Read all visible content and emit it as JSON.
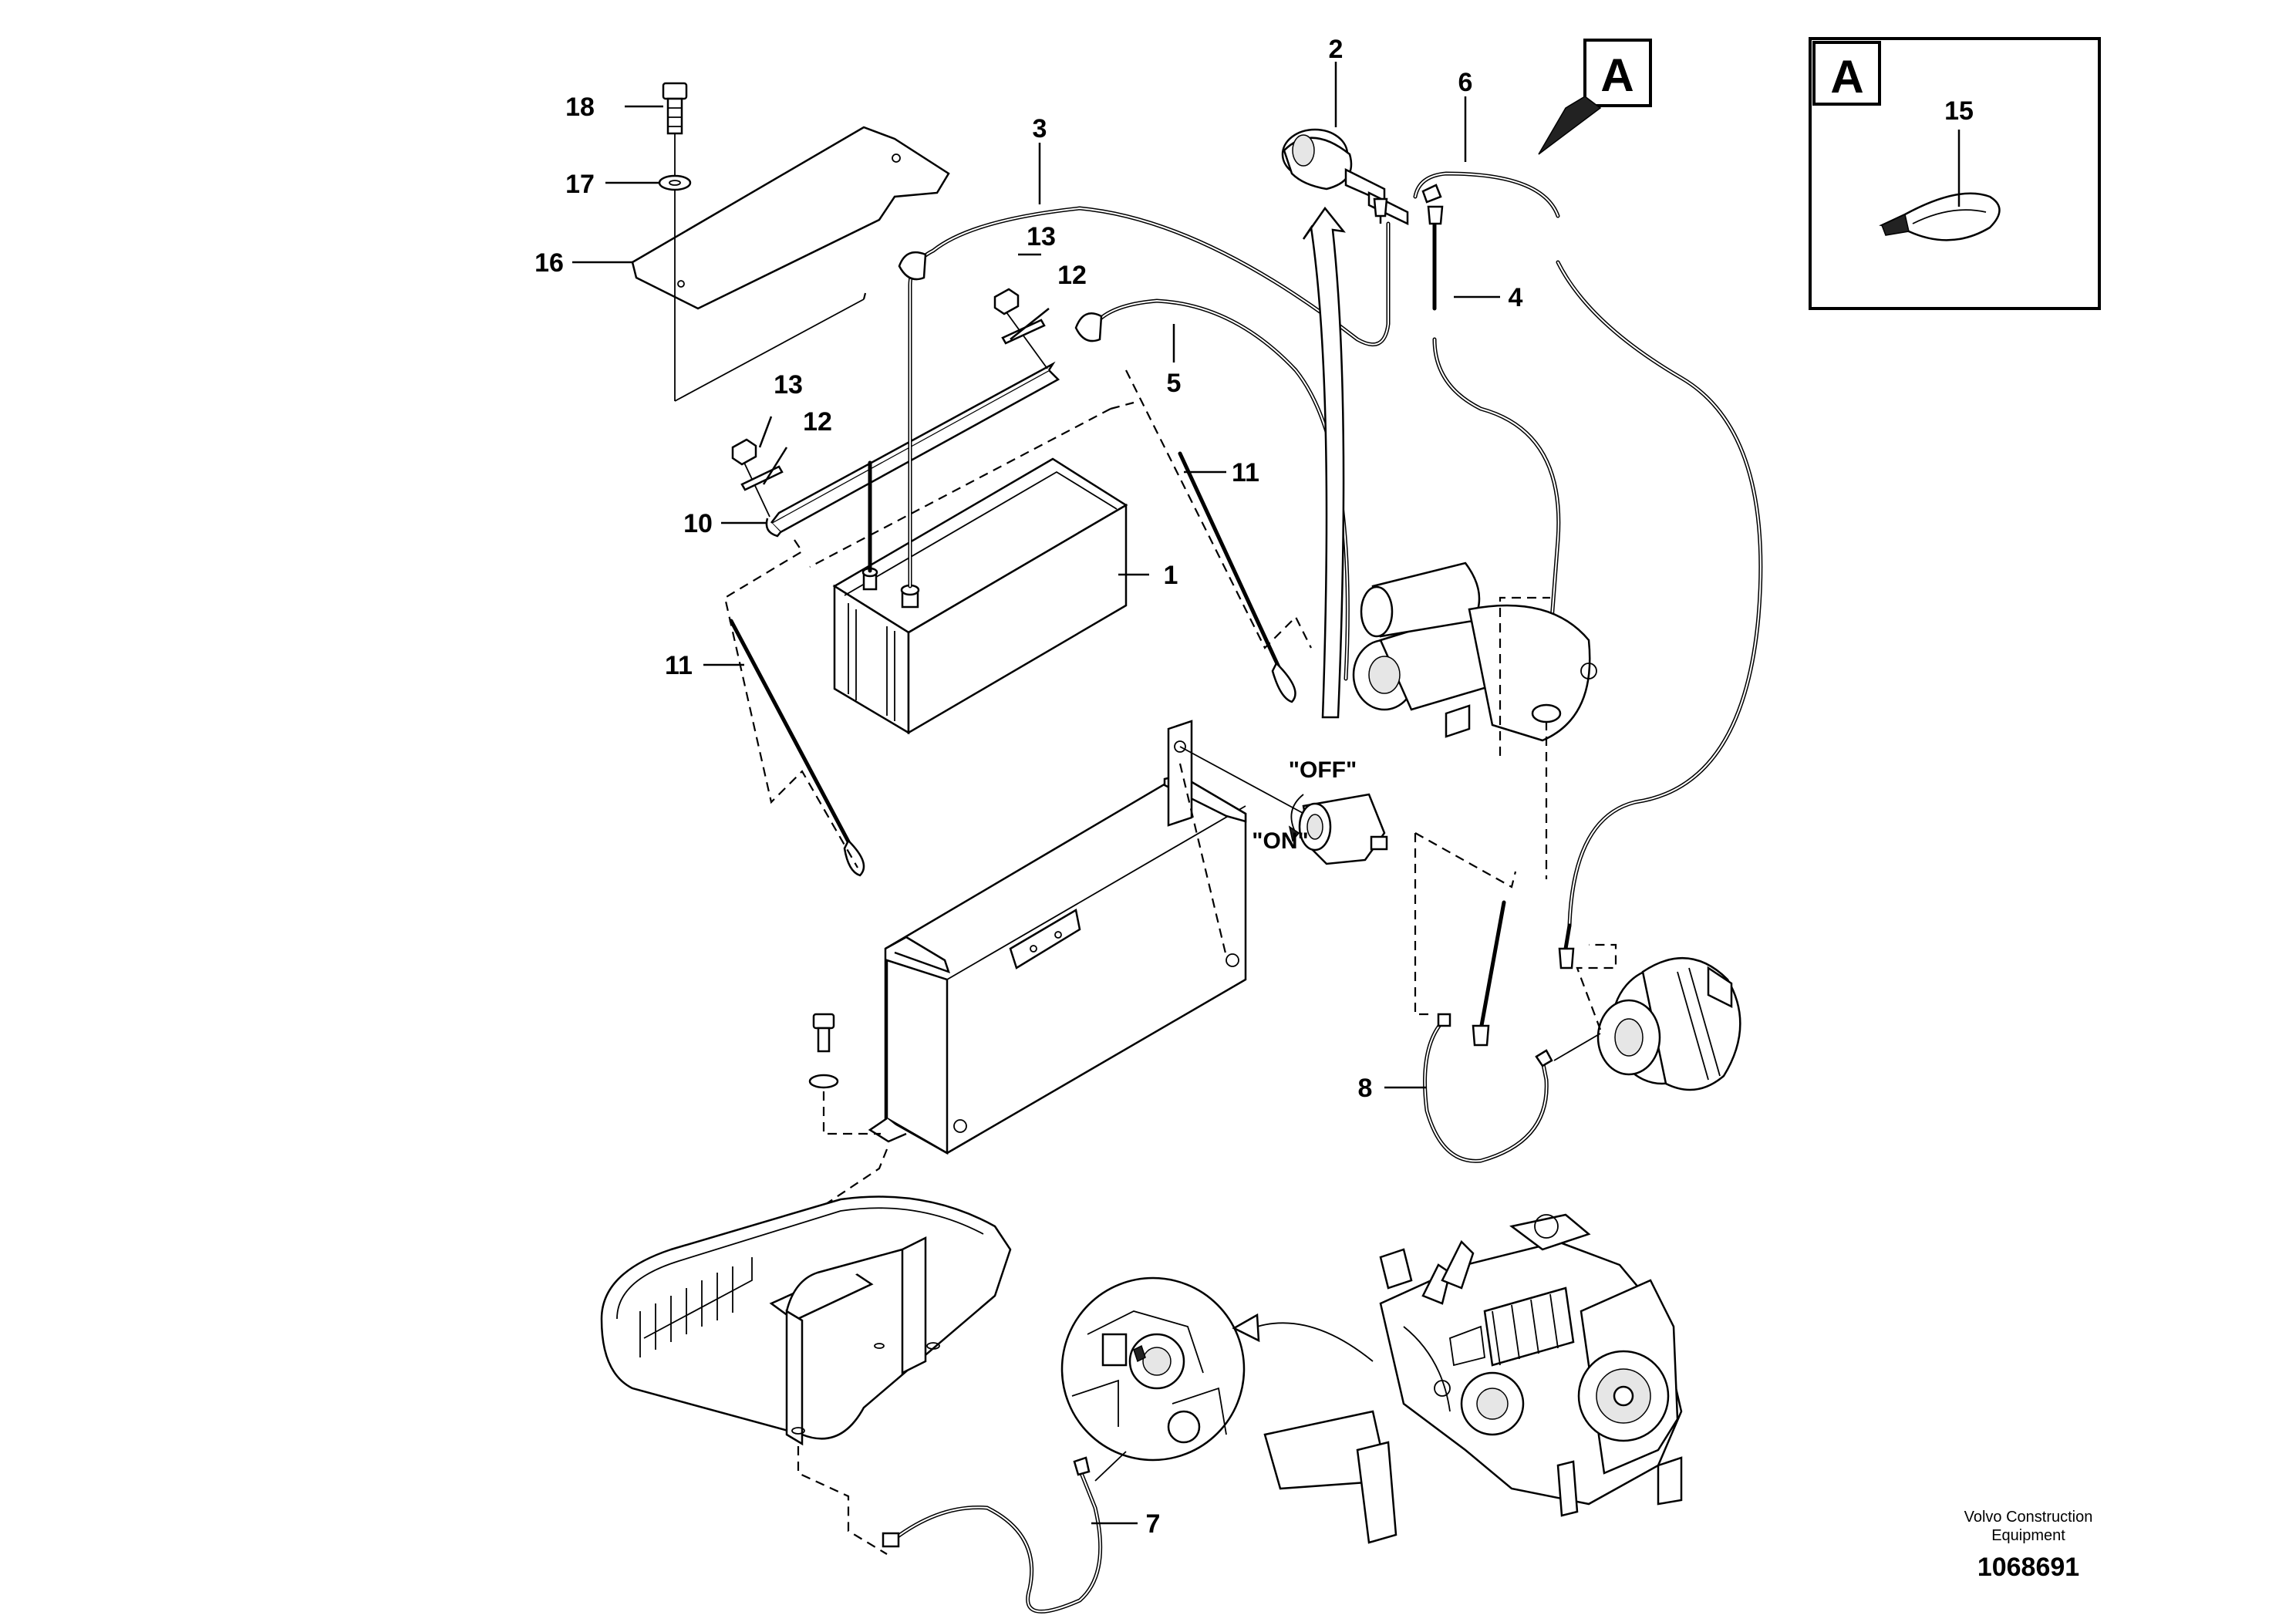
{
  "diagram": {
    "callouts": {
      "c1": "1",
      "c2": "2",
      "c3": "3",
      "c4": "4",
      "c5": "5",
      "c6": "6",
      "c7": "7",
      "c8": "8",
      "c10": "10",
      "c11a": "11",
      "c11b": "11",
      "c12a": "12",
      "c12b": "12",
      "c13a": "13",
      "c13b": "13",
      "c15": "15",
      "c16": "16",
      "c17": "17",
      "c18": "18"
    },
    "detail_view_flag": "A",
    "detail_box_flag": "A",
    "switch_off_label": "\"OFF\"",
    "switch_on_label": "\"ON\""
  },
  "footer": {
    "brand_line1": "Volvo Construction",
    "brand_line2": "Equipment",
    "doc_number": "1068691"
  }
}
